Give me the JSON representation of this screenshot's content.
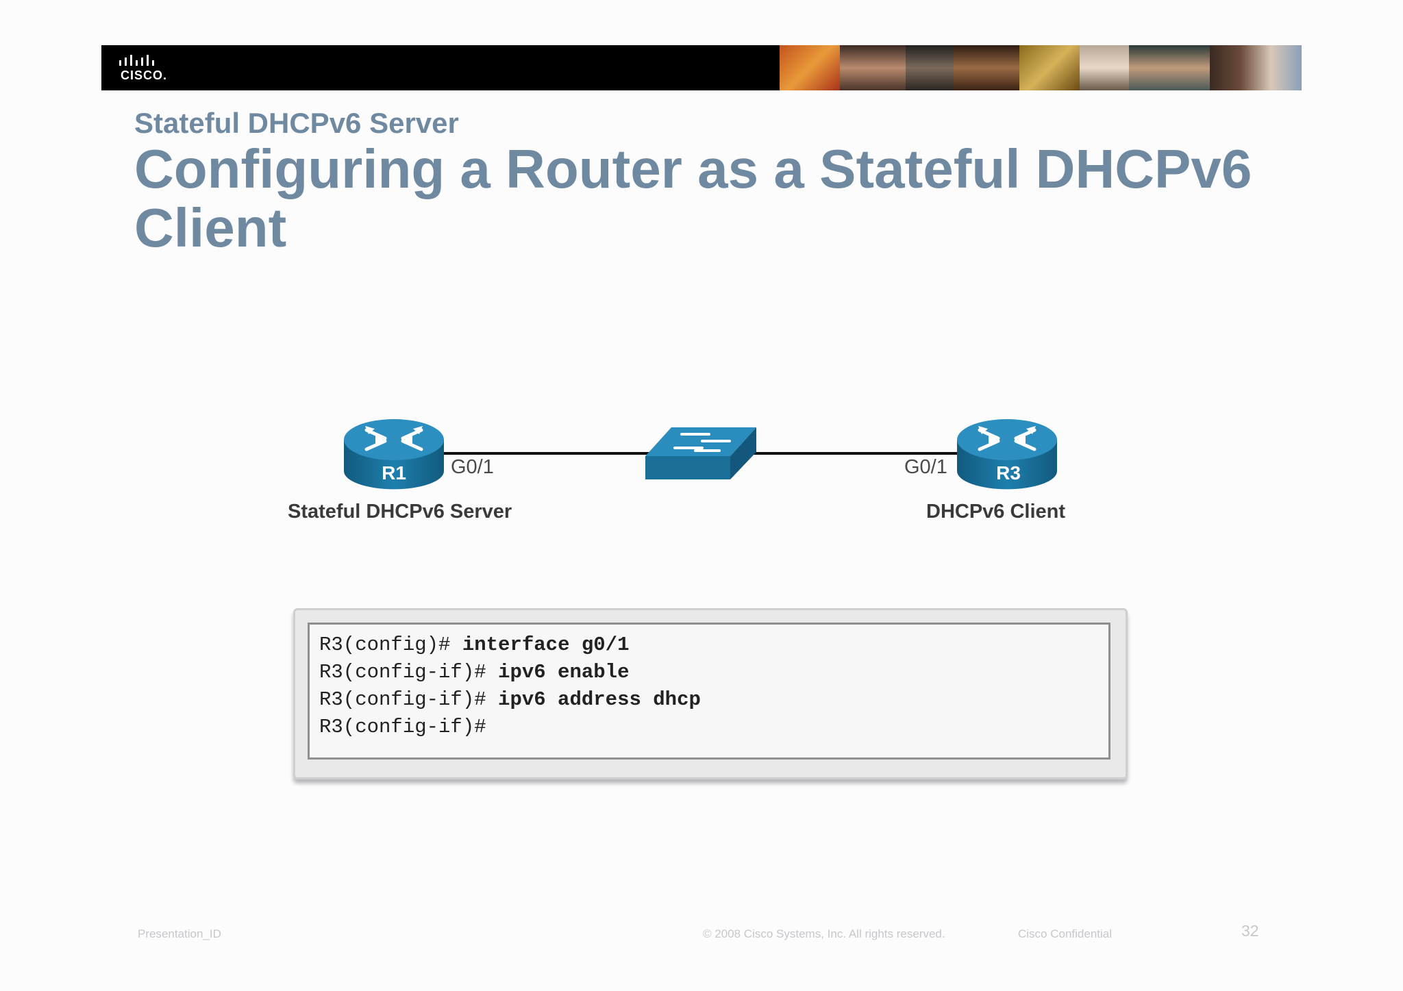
{
  "header": {
    "logo_text": "CISCO.",
    "subtitle": "Stateful DHCPv6 Server",
    "title": "Configuring a Router as a Stateful DHCPv6 Client"
  },
  "topology": {
    "r1": {
      "name": "R1",
      "interface": "G0/1",
      "role": "Stateful DHCPv6 Server"
    },
    "r3": {
      "name": "R3",
      "interface": "G0/1",
      "role": "DHCPv6 Client"
    }
  },
  "cli": [
    {
      "prompt": "R3(config)# ",
      "command": "interface g0/1"
    },
    {
      "prompt": "R3(config-if)# ",
      "command": "ipv6 enable"
    },
    {
      "prompt": "R3(config-if)# ",
      "command": "ipv6 address dhcp"
    },
    {
      "prompt": "R3(config-if)#",
      "command": ""
    }
  ],
  "footer": {
    "presentation_id": "Presentation_ID",
    "copyright": "© 2008 Cisco Systems, Inc. All rights  reserved.",
    "confidential": "Cisco Confidential",
    "page_number": "32"
  }
}
